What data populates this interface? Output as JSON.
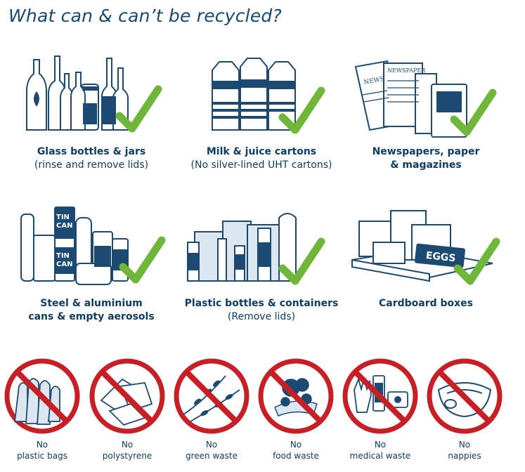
{
  "title": "What can & can’t be recycled?",
  "colors": {
    "navy": "#1d4a72",
    "tick": "#6fb63a",
    "ban": "#c62026"
  },
  "recyclable": [
    {
      "line1": "Glass bottles & jars",
      "line2": "(rinse and remove lids)",
      "icon": "glass-bottles-icon"
    },
    {
      "line1": "Milk & juice cartons",
      "line2": "(No silver-lined UHT cartons)",
      "icon": "cartons-icon"
    },
    {
      "line1": "Newspapers, paper",
      "line2": "& magazines",
      "icon": "newspapers-icon"
    },
    {
      "line1": "Steel & aluminium",
      "line2": "cans & empty aerosols",
      "icon": "cans-icon"
    },
    {
      "line1": "Plastic bottles & containers",
      "line2": "(Remove lids)",
      "icon": "plastic-bottles-icon"
    },
    {
      "line1": "Cardboard boxes",
      "line2": "",
      "icon": "cardboard-boxes-icon"
    }
  ],
  "box_label": "EGGS",
  "carton_labels": [
    "TIN",
    "CAN",
    "TIN",
    "CAN"
  ],
  "newspaper_labels": [
    "NEWS",
    "NEWSPAPER"
  ],
  "not_recyclable": [
    {
      "line1": "No",
      "line2": "plastic bags",
      "icon": "plastic-bags-icon"
    },
    {
      "line1": "No",
      "line2": "polystyrene",
      "icon": "polystyrene-icon"
    },
    {
      "line1": "No",
      "line2": "green waste",
      "icon": "green-waste-icon"
    },
    {
      "line1": "No",
      "line2": "food waste",
      "icon": "food-waste-icon"
    },
    {
      "line1": "No",
      "line2": "medical waste",
      "icon": "medical-waste-icon"
    },
    {
      "line1": "No",
      "line2": "nappies",
      "icon": "nappies-icon"
    }
  ]
}
